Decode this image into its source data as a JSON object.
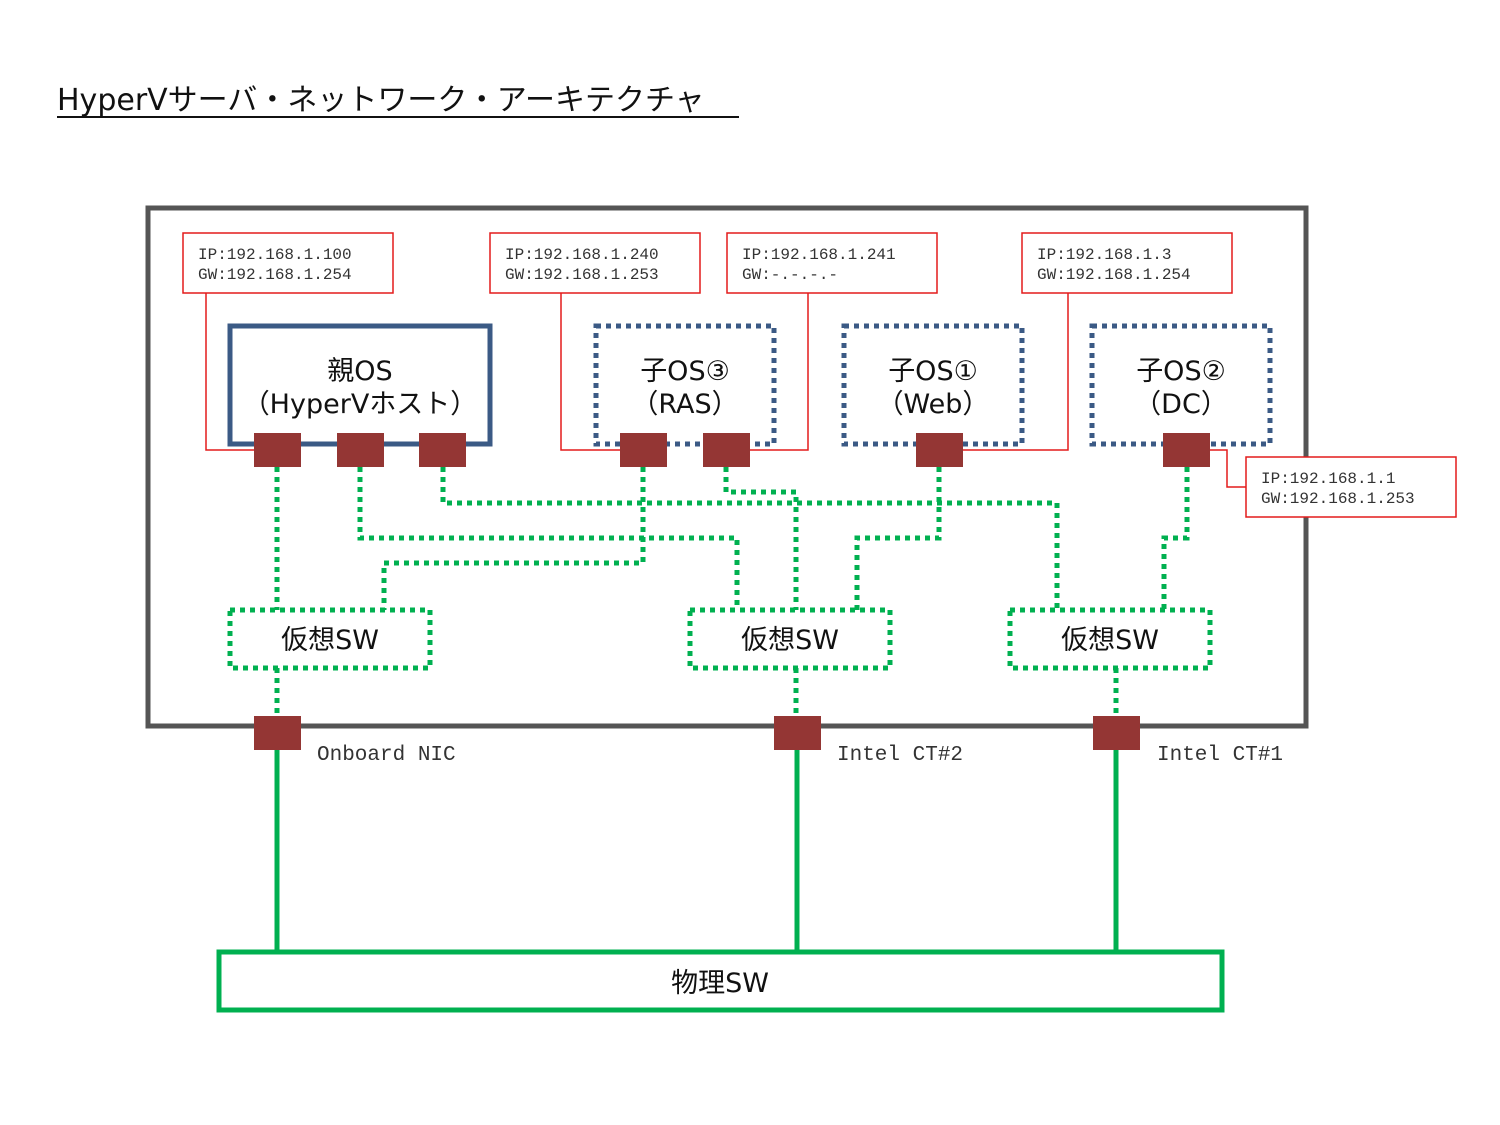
{
  "title": "HyperVサーバ・ネットワーク・アーキテクチャ",
  "colors": {
    "host_border": "#555555",
    "os_border": "#3b5a85",
    "port": "#943634",
    "link": "#00b050",
    "callout": "#e31b1b"
  },
  "nodes": {
    "parent_os": {
      "line1": "親OS",
      "line2": "（HyperVホスト）"
    },
    "child3": {
      "line1": "子OS③",
      "line2": "（RAS）"
    },
    "child1": {
      "line1": "子OS①",
      "line2": "（Web）"
    },
    "child2": {
      "line1": "子OS②",
      "line2": "（DC）"
    }
  },
  "callouts": {
    "parent": {
      "ip": "IP:192.168.1.100",
      "gw": "GW:192.168.1.254"
    },
    "ras1": {
      "ip": "IP:192.168.1.240",
      "gw": "GW:192.168.1.253"
    },
    "ras2": {
      "ip": "IP:192.168.1.241",
      "gw": "GW:-.-.-.-"
    },
    "web": {
      "ip": "IP:192.168.1.3",
      "gw": "GW:192.168.1.254"
    },
    "dc": {
      "ip": "IP:192.168.1.1",
      "gw": "GW:192.168.1.253"
    }
  },
  "vswitches": {
    "left": "仮想SW",
    "mid": "仮想SW",
    "right": "仮想SW"
  },
  "nics": {
    "onboard": "Onboard NIC",
    "ct2": "Intel CT#2",
    "ct1": "Intel CT#1"
  },
  "physical_switch": "物理SW"
}
